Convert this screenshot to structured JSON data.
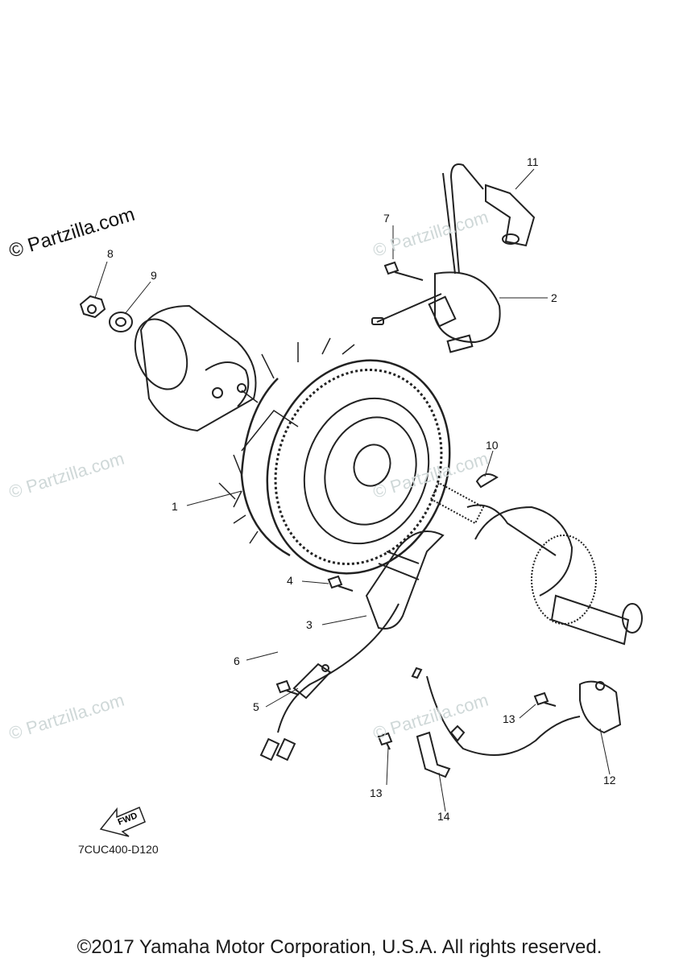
{
  "watermark": {
    "text": "© Partzilla.com"
  },
  "callouts": {
    "c1": "1",
    "c2": "2",
    "c3": "3",
    "c4": "4",
    "c5": "5",
    "c6": "6",
    "c7": "7",
    "c8": "8",
    "c9": "9",
    "c10": "10",
    "c11": "11",
    "c12": "12",
    "c13a": "13",
    "c13b": "13",
    "c14": "14"
  },
  "fwd_label": "FWD",
  "diagram_code": "7CUC400-D120",
  "copyright": "©2017 Yamaha Motor Corporation, U.S.A. All rights reserved."
}
